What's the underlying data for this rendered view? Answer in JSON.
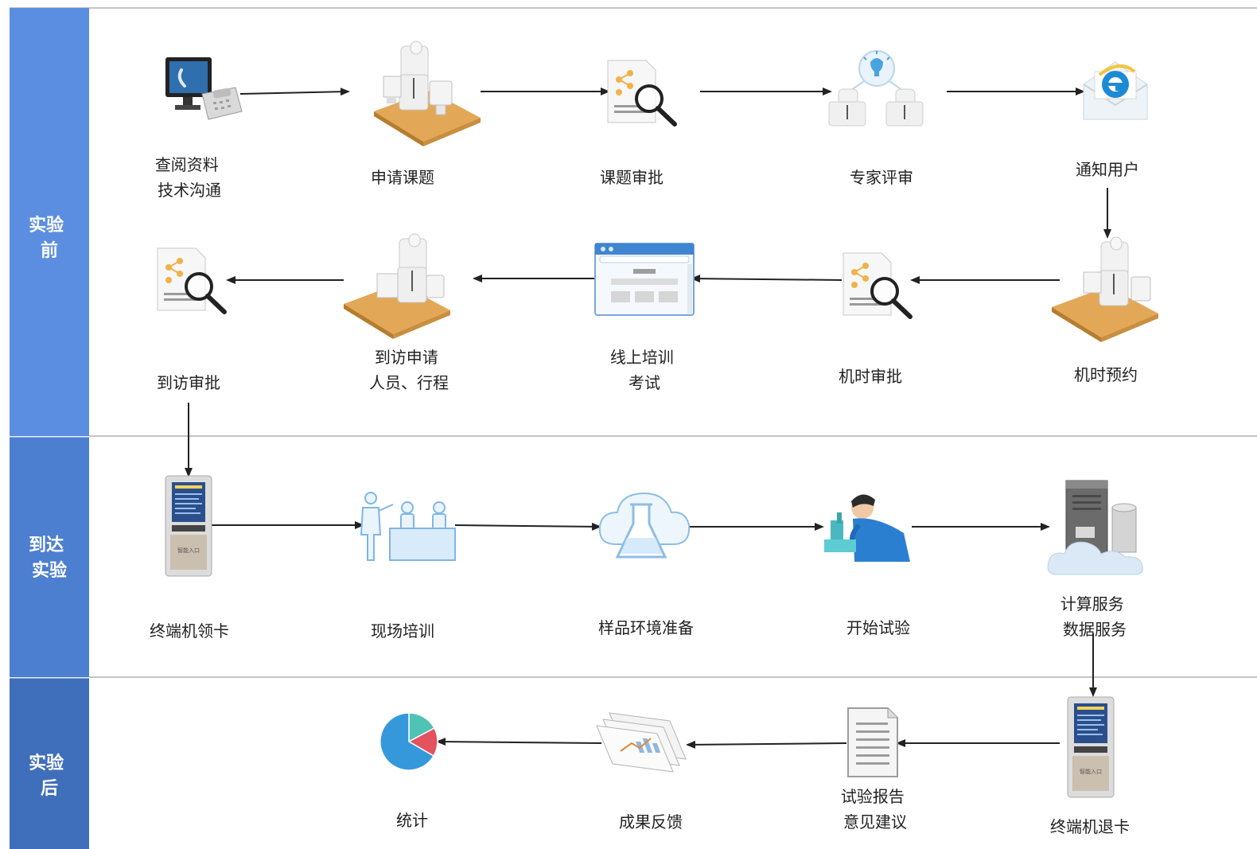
{
  "lanes": [
    {
      "lines": [
        "实验",
        "前"
      ]
    },
    {
      "lines": [
        "到达",
        "实验"
      ]
    },
    {
      "lines": [
        "实验",
        "后"
      ]
    }
  ],
  "nodes": {
    "consult": [
      "查阅资料",
      "技术沟通"
    ],
    "apply_topic": [
      "申请课题"
    ],
    "topic_approval": [
      "课题审批"
    ],
    "expert_review": [
      "专家评审"
    ],
    "notify_user": [
      "通知用户"
    ],
    "machine_booking": [
      "机时预约"
    ],
    "machine_approval": [
      "机时审批"
    ],
    "online_training": [
      "线上培训",
      "考试"
    ],
    "visit_apply": [
      "到访申请",
      "人员、行程"
    ],
    "visit_approval": [
      "到访审批"
    ],
    "kiosk_get_card": [
      "终端机领卡"
    ],
    "onsite_training": [
      "现场培训"
    ],
    "sample_prep": [
      "样品环境准备"
    ],
    "start_experiment": [
      "开始试验"
    ],
    "compute_service": [
      "计算服务",
      "数据服务"
    ],
    "kiosk_return_card": [
      "终端机退卡"
    ],
    "test_report": [
      "试验报告",
      "意见建议"
    ],
    "results_feedback": [
      "成果反馈"
    ],
    "statistics": [
      "统计"
    ]
  },
  "icons": {
    "consult": "computer-phone-icon",
    "apply_topic": "office-desk-icon",
    "topic_approval": "document-magnifier-icon",
    "expert_review": "expert-network-icon",
    "notify_user": "email-envelope-icon",
    "machine_booking": "office-desk-icon",
    "machine_approval": "document-magnifier-icon",
    "online_training": "browser-window-icon",
    "visit_apply": "office-desk-icon",
    "visit_approval": "document-magnifier-icon",
    "kiosk_get_card": "self-service-kiosk-icon",
    "onsite_training": "training-room-icon",
    "sample_prep": "cloud-flask-icon",
    "start_experiment": "scientist-microscope-icon",
    "compute_service": "server-cloud-icon",
    "kiosk_return_card": "self-service-kiosk-icon",
    "test_report": "report-document-icon",
    "results_feedback": "paper-stack-icon",
    "statistics": "pie-chart-icon"
  },
  "kiosk_screen_text": "智能入口",
  "colors": {
    "lane1": "#5b8ee0",
    "lane2": "#4c7fd0",
    "lane3": "#3f6eba",
    "desk": "#e3a857",
    "kiosk_screen": "#2a4f8c",
    "scientist": "#2b7fd0",
    "pie_blue": "#3498db",
    "pie_teal": "#4fc3b5",
    "pie_red": "#e2525f"
  }
}
